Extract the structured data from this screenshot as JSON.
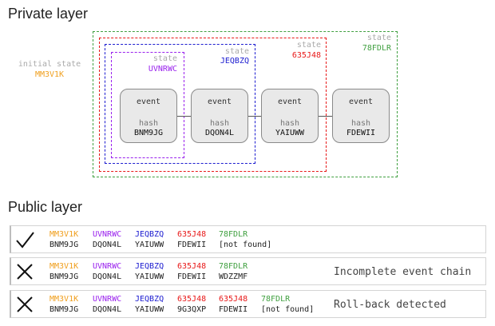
{
  "private_layer": {
    "title": "Private layer",
    "initial_state": {
      "label": "initial state",
      "hash": "MM3V1K"
    },
    "states": [
      {
        "label": "state",
        "hash": "UVNRWC",
        "color": "#9a22ee"
      },
      {
        "label": "state",
        "hash": "JEQBZQ",
        "color": "#1c1cd0"
      },
      {
        "label": "state",
        "hash": "635J48",
        "color": "#e81818"
      },
      {
        "label": "state",
        "hash": "78FDLR",
        "color": "#40a040"
      }
    ],
    "events": [
      {
        "label": "event",
        "hash_label": "hash",
        "hash": "BNM9JG"
      },
      {
        "label": "event",
        "hash_label": "hash",
        "hash": "DQON4L"
      },
      {
        "label": "event",
        "hash_label": "hash",
        "hash": "YAIUWW"
      },
      {
        "label": "event",
        "hash_label": "hash",
        "hash": "FDEWII"
      }
    ]
  },
  "public_layer": {
    "title": "Public layer",
    "rows": [
      {
        "icon": "check-icon",
        "states": [
          "MM3V1K",
          "UVNRWC",
          "JEQBZQ",
          "635J48",
          "78FDLR"
        ],
        "hashes": [
          "BNM9JG",
          "DQON4L",
          "YAIUWW",
          "FDEWII",
          "[not found]"
        ],
        "message": ""
      },
      {
        "icon": "cross-icon",
        "states": [
          "MM3V1K",
          "UVNRWC",
          "JEQBZQ",
          "635J48",
          "78FDLR"
        ],
        "hashes": [
          "BNM9JG",
          "DQON4L",
          "YAIUWW",
          "FDEWII",
          "WDZZMF"
        ],
        "message": "Incomplete event chain"
      },
      {
        "icon": "cross-icon",
        "states": [
          "MM3V1K",
          "UVNRWC",
          "JEQBZQ",
          "635J48",
          "635J48",
          "78FDLR"
        ],
        "hashes": [
          "BNM9JG",
          "DQON4L",
          "YAIUWW",
          "9G3QXP",
          "FDEWII",
          "[not found]"
        ],
        "message": "Roll-back detected"
      }
    ]
  },
  "colors": {
    "orange": "#f0a020",
    "purple": "#9a22ee",
    "blue": "#1c1cd0",
    "red": "#e81818",
    "green": "#40a040",
    "grey": "#aaaaaa"
  }
}
